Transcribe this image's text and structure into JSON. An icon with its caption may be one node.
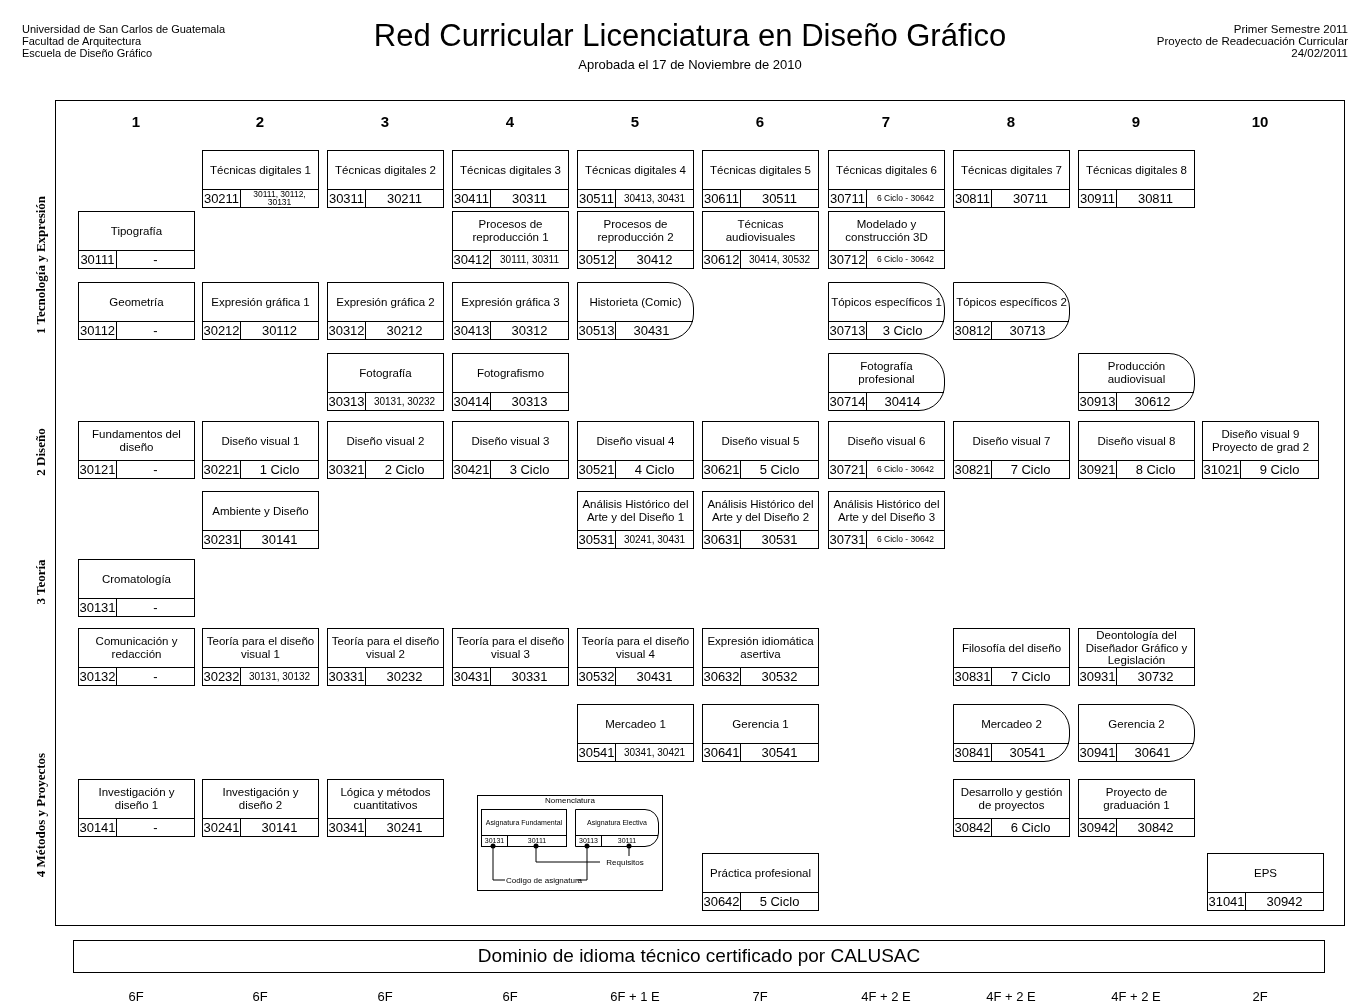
{
  "diagram": {
    "title": "Red Curricular Licenciatura en Diseño Gráfico",
    "nodes": [
      {
        "text": [
          "Técnicas digitales 1",
          "30211",
          "30111, 30112, 30131"
        ]
      },
      {
        "text": [
          "Técnicas digitales 2",
          "30311",
          "30211"
        ]
      },
      {
        "text": [
          "Técnicas digitales 3",
          "30411",
          "30311"
        ]
      },
      {
        "text": [
          "Técnicas digitales 4",
          "30511",
          "30413, 30431"
        ]
      },
      {
        "text": [
          "Técnicas digitales 5",
          "30611",
          "30511"
        ]
      },
      {
        "text": [
          "Técnicas digitales 6",
          "30711",
          "6 Ciclo - 30642"
        ]
      },
      {
        "text": [
          "Técnicas digitales 7",
          "30811",
          "30711"
        ]
      },
      {
        "text": [
          "Técnicas digitales 8",
          "30911",
          "30811"
        ]
      },
      {
        "text": [
          "Tipografía",
          "30111",
          "-"
        ]
      },
      {
        "text": [
          "Procesos de reproducción 1",
          "30412",
          "30111, 30311"
        ]
      },
      {
        "text": [
          "Procesos de reproducción 2",
          "30512",
          "30412"
        ]
      },
      {
        "text": [
          "Técnicas audiovisuales",
          "30612",
          "30414, 30532"
        ]
      },
      {
        "text": [
          "Modelado y construcción 3D",
          "30712",
          "6 Ciclo - 30642"
        ]
      },
      {
        "text": [
          "Geometría",
          "30112",
          "-"
        ]
      },
      {
        "text": [
          "Expresión gráfica 1",
          "30212",
          "30112"
        ]
      },
      {
        "text": [
          "Expresión gráfica 2",
          "30312",
          "30212"
        ]
      },
      {
        "text": [
          "Expresión gráfica 3",
          "30413",
          "30312"
        ]
      },
      {
        "text": [
          "Historieta (Comic)",
          "30513",
          "30431"
        ]
      },
      {
        "text": [
          "Tópicos específicos 1",
          "30713",
          "3 Ciclo"
        ]
      },
      {
        "text": [
          "Tópicos específicos 2",
          "30812",
          "30713"
        ]
      },
      {
        "text": [
          "Fotografía",
          "30313",
          "30131, 30232"
        ]
      },
      {
        "text": [
          "Fotografismo",
          "30414",
          "30313"
        ]
      },
      {
        "text": [
          "Fotografía profesional",
          "30714",
          "30414"
        ]
      },
      {
        "text": [
          "Producción audiovisual",
          "30913",
          "30612"
        ]
      },
      {
        "text": [
          "Fundamentos del diseño",
          "30121",
          "-"
        ]
      },
      {
        "text": [
          "Diseño visual 1",
          "30221",
          "1 Ciclo"
        ]
      },
      {
        "text": [
          "Diseño visual 2",
          "30321",
          "2 Ciclo"
        ]
      },
      {
        "text": [
          "Diseño visual 3",
          "30421",
          "3 Ciclo"
        ]
      },
      {
        "text": [
          "Diseño visual 4",
          "30521",
          "4 Ciclo"
        ]
      },
      {
        "text": [
          "Diseño visual 5",
          "30621",
          "5 Ciclo"
        ]
      },
      {
        "text": [
          "Diseño visual 6",
          "30721",
          "6 Ciclo - 30642"
        ]
      },
      {
        "text": [
          "Diseño visual 7",
          "30821",
          "7 Ciclo"
        ]
      },
      {
        "text": [
          "Diseño visual 8",
          "30921",
          "8 Ciclo"
        ]
      },
      {
        "text": [
          "Diseño visual 9 Proyecto de grad 2",
          "31021",
          "9 Ciclo"
        ]
      },
      {
        "text": [
          "Ambiente y Diseño",
          "30231",
          "30141"
        ]
      },
      {
        "text": [
          "Análisis Histórico del Arte y del Diseño 1",
          "30531",
          "30241, 30431"
        ]
      },
      {
        "text": [
          "Análisis Histórico del Arte y del Diseño 2",
          "30631",
          "30531"
        ]
      },
      {
        "text": [
          "Análisis Histórico del Arte y del Diseño 3",
          "30731",
          "6 Ciclo - 30642"
        ]
      },
      {
        "text": [
          "Cromatología",
          "30131",
          "-"
        ]
      },
      {
        "text": [
          "Comunicación y redacción",
          "30132",
          "-"
        ]
      },
      {
        "text": [
          "Teoría para el diseño visual 1",
          "30232",
          "30131, 30132"
        ]
      },
      {
        "text": [
          "Teoría para el diseño visual 2",
          "30331",
          "30232"
        ]
      },
      {
        "text": [
          "Teoría para el diseño visual 3",
          "30431",
          "30331"
        ]
      },
      {
        "text": [
          "Teoría para el diseño visual 4",
          "30532",
          "30431"
        ]
      },
      {
        "text": [
          "Expresión idiomática asertiva",
          "30632",
          "30532"
        ]
      },
      {
        "text": [
          "Filosofía del diseño",
          "30831",
          "7 Ciclo"
        ]
      },
      {
        "text": [
          "Deontología del Diseñador Gráfico y Legislación",
          "30931",
          "30732"
        ]
      },
      {
        "text": [
          "Mercadeo 1",
          "30541",
          "30341, 30421"
        ]
      },
      {
        "text": [
          "Gerencia 1",
          "30641",
          "30541"
        ]
      },
      {
        "text": [
          "Mercadeo 2",
          "30841",
          "30541"
        ]
      },
      {
        "text": [
          "Gerencia 2",
          "30941",
          "30641"
        ]
      },
      {
        "text": [
          "Investigación y diseño 1",
          "30141",
          "-"
        ]
      },
      {
        "text": [
          "Investigación y diseño 2",
          "30241",
          "30141"
        ]
      },
      {
        "text": [
          "Lógica y métodos cuantitativos",
          "30341",
          "30241"
        ]
      },
      {
        "text": [
          "Nomenclatura"
        ]
      },
      {
        "text": [
          "Asignatura Fundamental",
          "30131",
          "30111"
        ],
        "in": 54
      },
      {
        "text": [
          "Asignatura Electiva",
          "30113",
          "30111"
        ],
        "in": 54
      },
      {
        "text": [
          "Requisitos"
        ],
        "in": 54
      },
      {
        "text": [
          "Codigo de asignatura"
        ],
        "in": 54
      },
      {
        "text": [
          "Desarrollo y gestión de proyectos",
          "30842",
          "6 Ciclo"
        ]
      },
      {
        "text": [
          "Proyecto de graduación 1",
          "30942",
          "30842"
        ]
      },
      {
        "text": [
          "Práctica profesional",
          "30642",
          "5 Ciclo"
        ]
      },
      {
        "text": [
          "EPS",
          "31041",
          "30942"
        ]
      },
      {
        "text": [
          "Dominio de idioma técnico certificado por CALUSAC"
        ]
      }
    ],
    "edges": [
      {
        "from": 57,
        "to": 55,
        "arrow": "other"
      },
      {
        "from": 57,
        "to": 56,
        "arrow": "other"
      },
      {
        "from": 58,
        "to": 55,
        "arrow": "other"
      },
      {
        "from": 58,
        "to": 56,
        "arrow": "other"
      }
    ],
    "labels": [
      "Universidad de San Carlos de Guatemala",
      "Facultad de Arquitectura",
      "Escuela de Diseño Gráfico",
      "Aprobada el 17 de Noviembre de 2010",
      "Primer Semestre 2011",
      "Proyecto de Readecuación Curricular",
      "24/02/2011",
      "1",
      "2",
      "3",
      "4",
      "5",
      "6",
      "7",
      "8",
      "9",
      "10",
      "1 Tecnología y Expresión",
      "2 Diseño",
      "3 Teoría",
      "4 Métodos y Proyectos",
      "6F",
      "6F",
      "6F",
      "6F",
      "6F + 1 E",
      "7F",
      "4F + 2 E",
      "4F + 2 E",
      "4F + 2 E",
      "2F"
    ]
  }
}
